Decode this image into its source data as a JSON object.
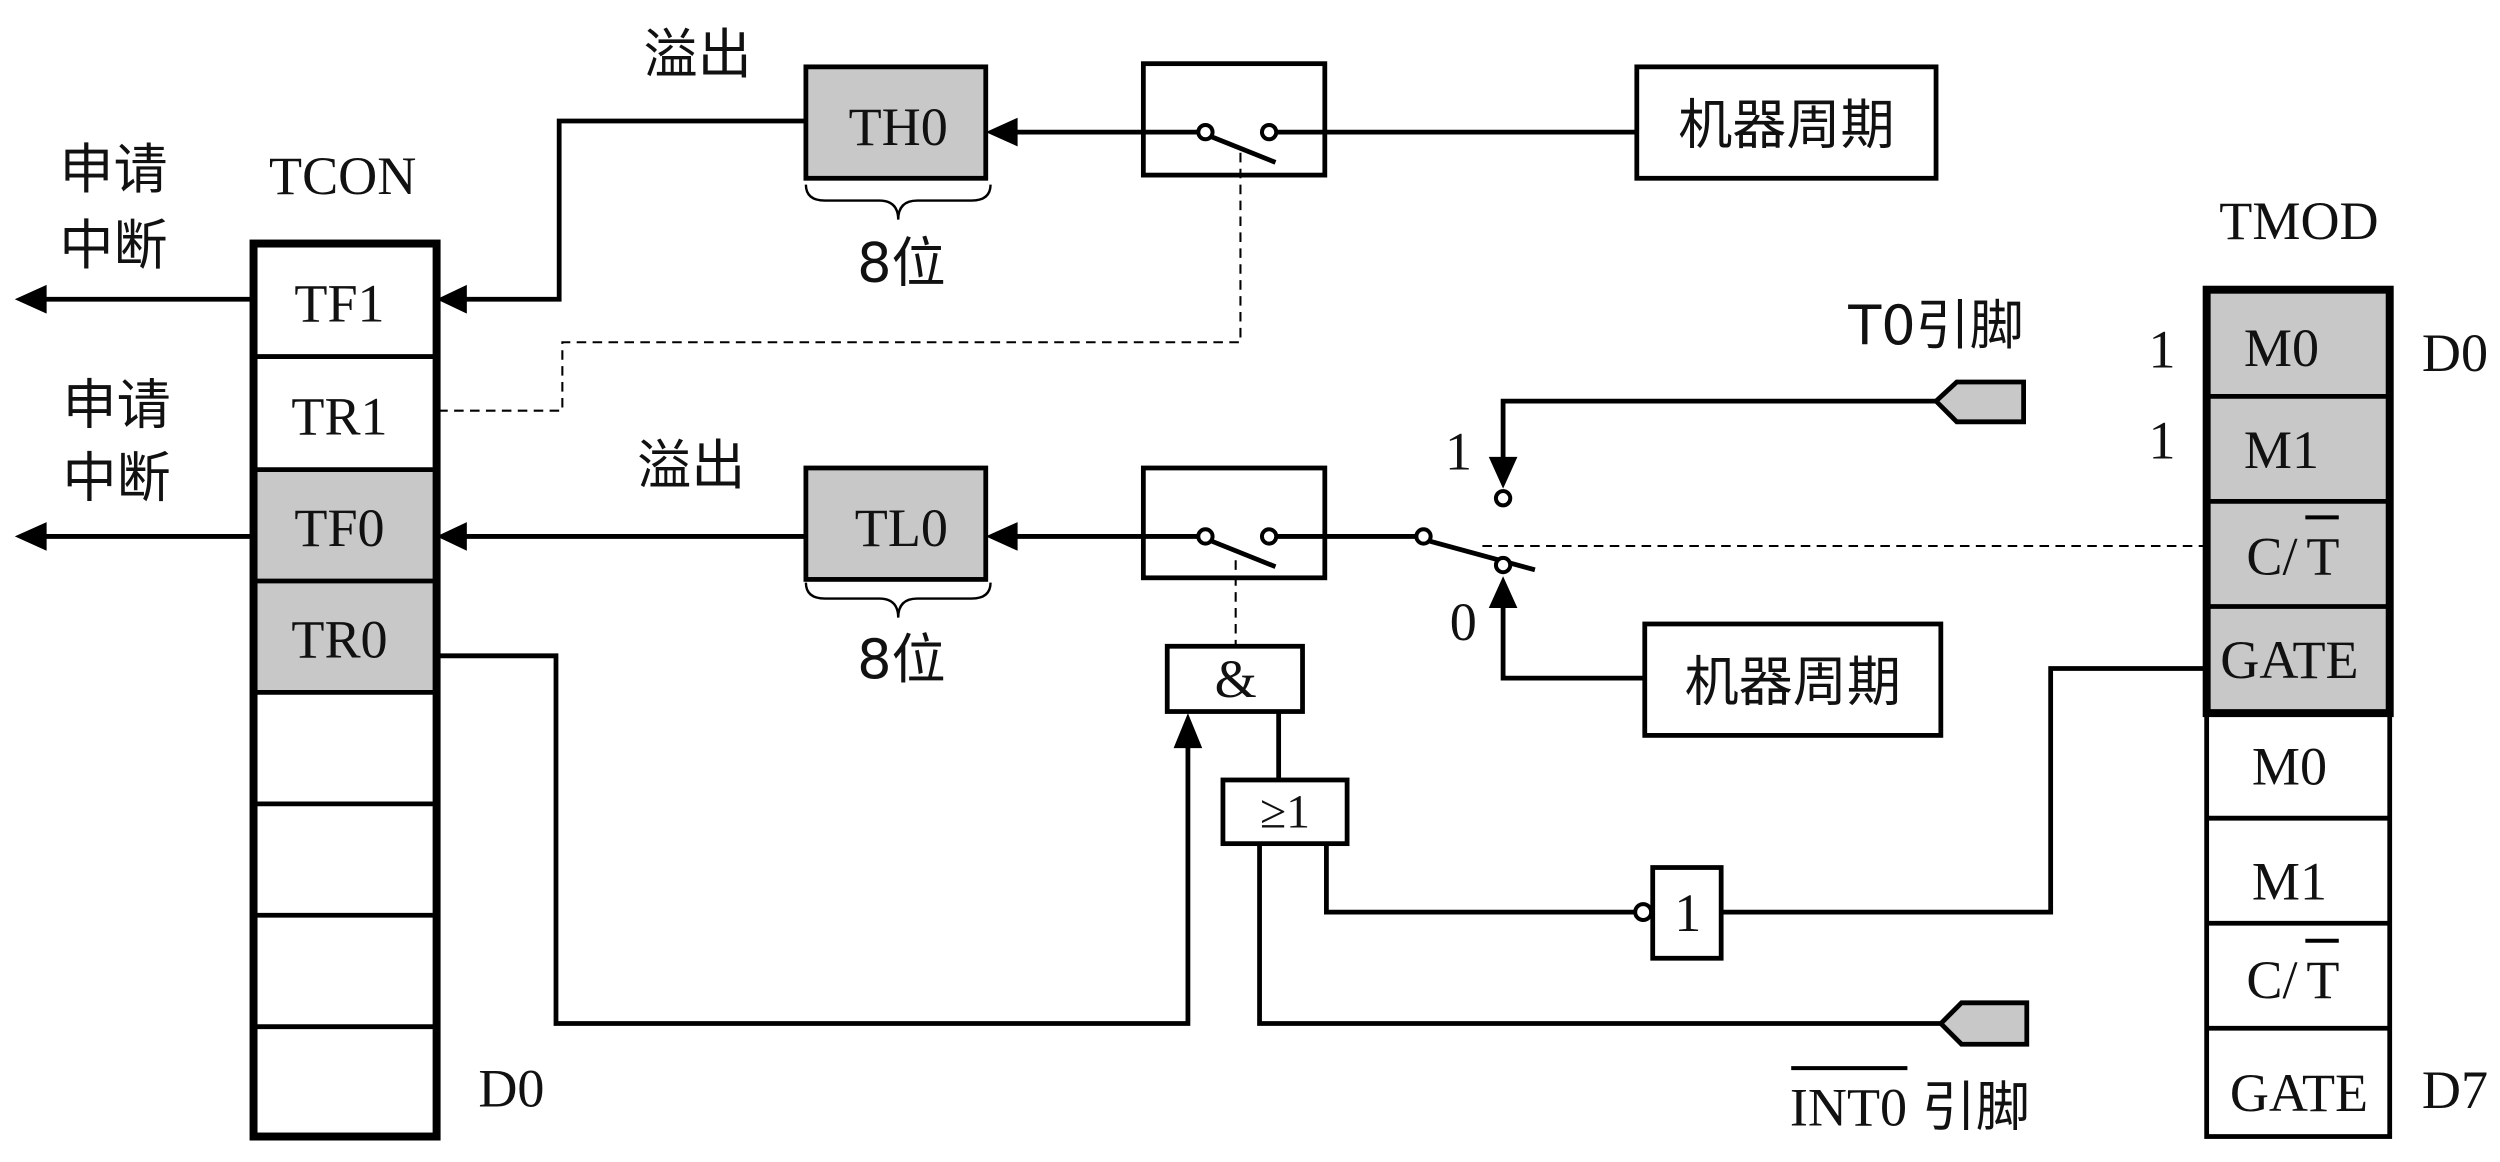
{
  "labels": {
    "request_interrupt_1a": "申请",
    "request_interrupt_1b": "中断",
    "request_interrupt_2a": "申请",
    "request_interrupt_2b": "中断",
    "tcon": "TCON",
    "tcon_d0": "D0",
    "overflow_top": "溢出",
    "overflow_bottom": "溢出",
    "th0": "TH0",
    "tl0": "TL0",
    "bits_top": "8位",
    "bits_bottom": "8位",
    "machine_cycle_top": "机器周期",
    "machine_cycle_bottom": "机器周期",
    "t0_pin": "T0引脚",
    "int0_name": "INT0",
    "int0_suffix": "引脚",
    "sel_1": "1",
    "sel_0": "0",
    "and_gate": "&",
    "or_gate": "≥1",
    "not_gate": "1",
    "tmod": "TMOD",
    "tmod_d0": "D0",
    "tmod_d7": "D7",
    "m0_value": "1",
    "m1_value": "1"
  },
  "tcon_rows": [
    "TF1",
    "TR1",
    "TF0",
    "TR0",
    "",
    "",
    "",
    ""
  ],
  "tmod_rows": [
    {
      "main": "M0"
    },
    {
      "main": "M1"
    },
    {
      "main": "C/",
      "over": "T"
    },
    {
      "main": "GATE"
    },
    {
      "main": "M0"
    },
    {
      "main": "M1"
    },
    {
      "main": "C/",
      "over": "T"
    },
    {
      "main": "GATE"
    }
  ],
  "colors": {
    "shaded": "#c8c8c8",
    "line": "#000000"
  }
}
